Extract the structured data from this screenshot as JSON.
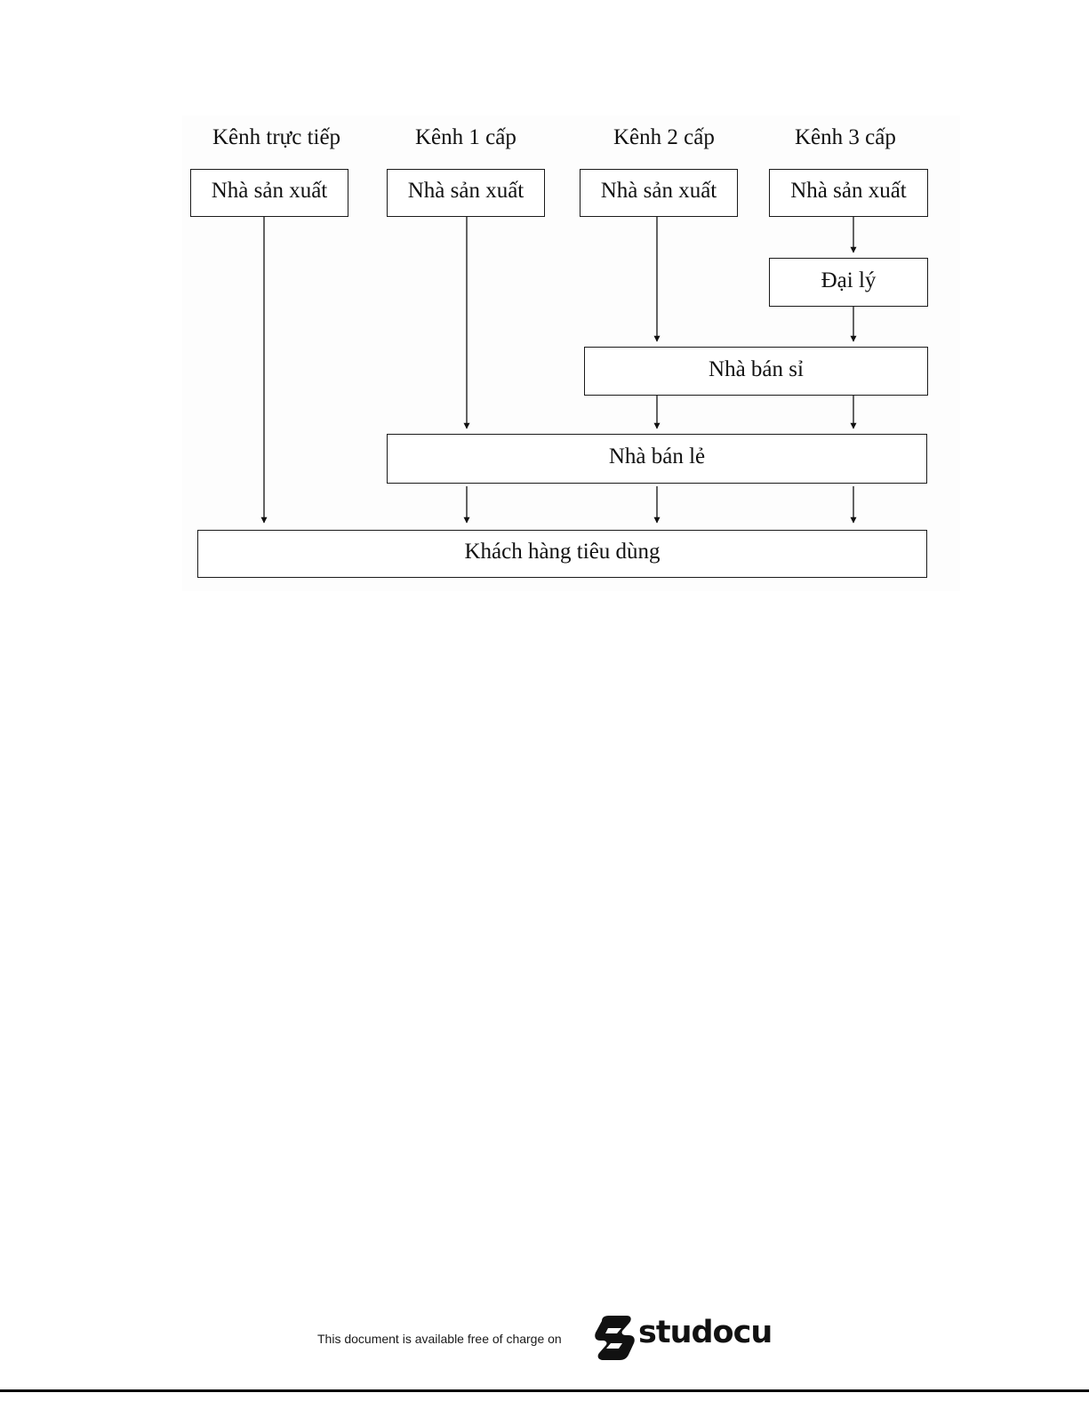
{
  "diagram": {
    "headings": {
      "direct": "Kênh trực tiếp",
      "level1": "Kênh 1 cấp",
      "level2": "Kênh 2 cấp",
      "level3": "Kênh 3 cấp"
    },
    "nodes": {
      "producer": "Nhà sản xuất",
      "agent": "Đại lý",
      "wholesaler": "Nhà bán sỉ",
      "retailer": "Nhà bán lẻ",
      "consumer": "Khách hàng tiêu dùng"
    }
  },
  "footer": {
    "notice": "This document is available free of charge on",
    "brand": "studocu"
  }
}
